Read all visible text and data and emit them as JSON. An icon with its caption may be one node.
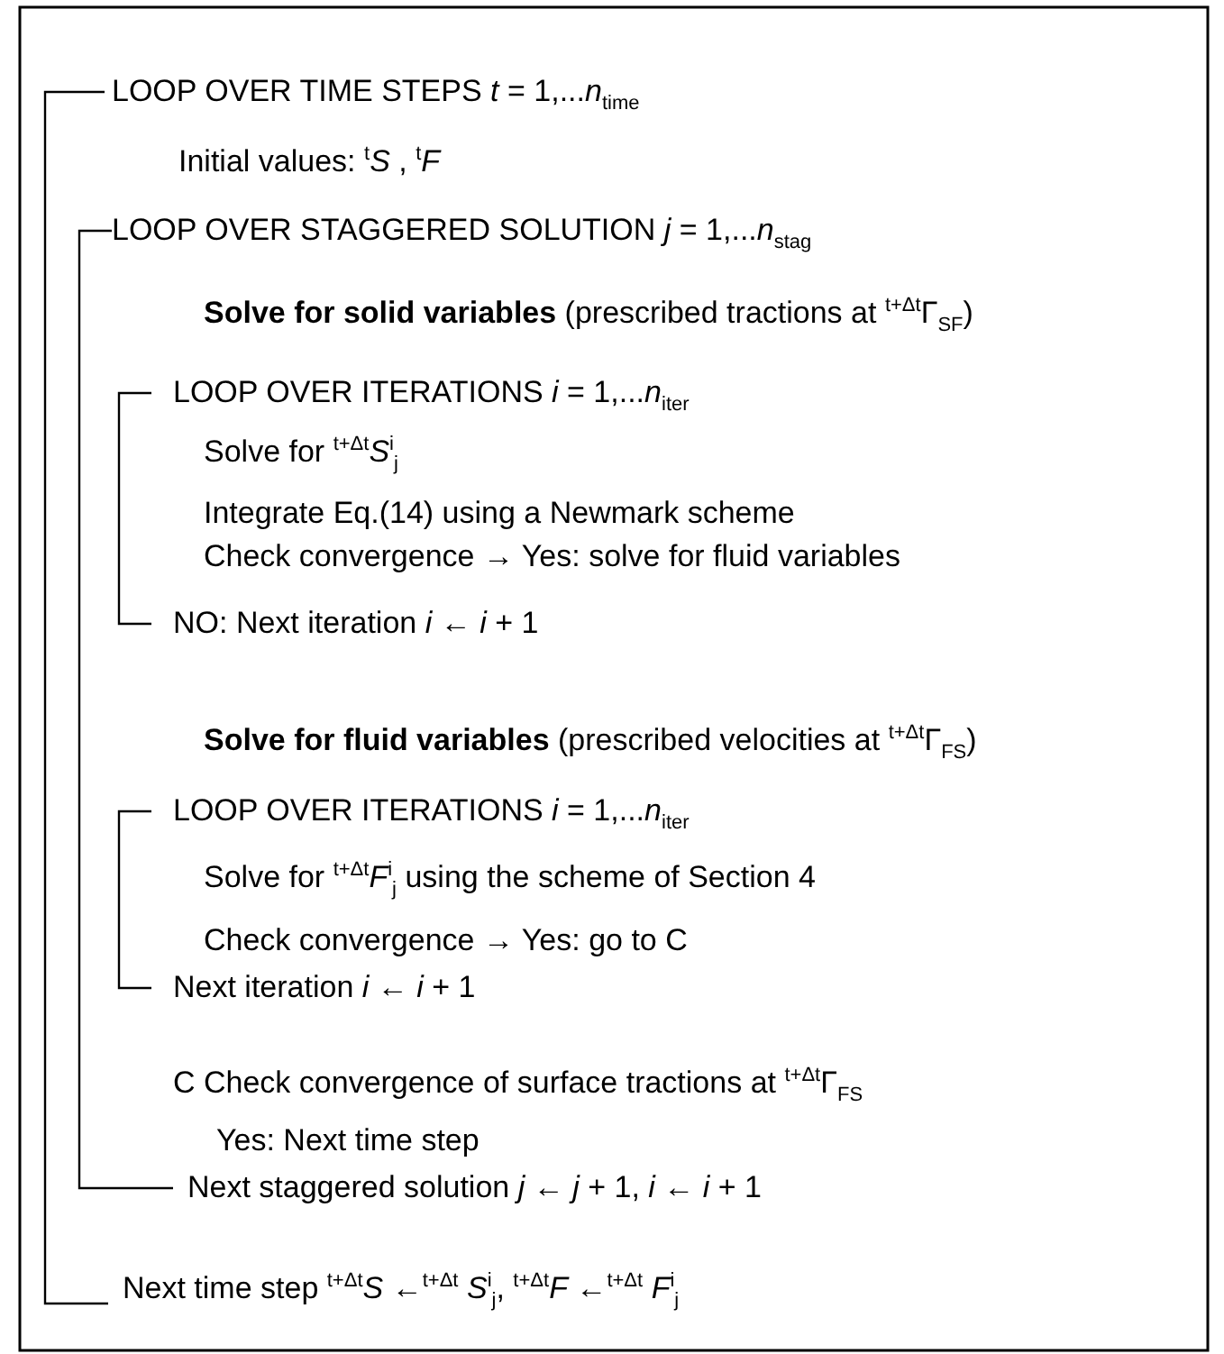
{
  "diagram": {
    "labels": [
      "LOOP OVER TIME STEPS *t* = 1,...*n*$_{time}$",
      "Initial values:   $^{t}$*S*  ,  $^{t}$*F*",
      "LOOP OVER STAGGERED SOLUTION  *j* = 1,...*n*$_{stag}$",
      "**Solve for solid variables** (prescribed tractions at $^{t+Δt}$Γ$_{SF}$)",
      "LOOP OVER ITERATIONS *i* = 1,...*n*$_{iter}$",
      "Solve for $^{t+Δt}$*S*$^{i}$$_{j}$",
      "Integrate Eq.(14) using a Newmark scheme",
      "Check convergence → Yes: solve for fluid variables",
      "NO: Next iteration *i* ← *i* + 1",
      "**Solve for fluid variables** (prescribed velocities at $^{t+Δt}$Γ$_{FS}$)",
      "LOOP OVER ITERATIONS *i* = 1,...*n*$_{iter}$",
      "Solve for $^{t+Δt}$*F*$^{i}$$_{j}$ using the scheme of Section 4",
      "Check convergence → Yes: go to C",
      "Next iteration *i* ← *i* + 1",
      "C Check convergence of surface tractions at $^{t+Δt}$Γ$_{FS}$",
      "Yes: Next time step",
      "Next staggered solution *j* ← *j* + 1, *i* ← *i* + 1",
      "Next time step $^{t+Δt}$*S* ←$^{t+Δt}$ *S*$^{i}$$_{j}$, $^{t+Δt}$*F* ←$^{t+Δt}$ *F*$^{i}$$_{j}$"
    ]
  }
}
